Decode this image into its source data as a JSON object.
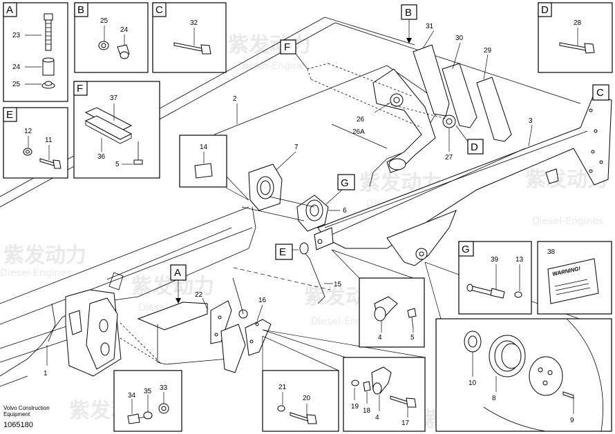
{
  "watermark": {
    "brand": "紫发动力",
    "sub": "Diesel-Engines"
  },
  "footer": {
    "line1": "Volvo Construction",
    "line2": "Equipment",
    "id": "1065180"
  },
  "inset_letters": {
    "A": "A",
    "B": "B",
    "C": "C",
    "D": "D",
    "E": "E",
    "F": "F",
    "G": "G"
  },
  "warning_text": "WARNING!",
  "parts": {
    "p1": "1",
    "p2": "2",
    "p3": "3",
    "p4a": "4",
    "p4b": "4",
    "p5a": "5",
    "p5b": "5",
    "p6": "6",
    "p7": "7",
    "p8": "8",
    "p9": "9",
    "p10": "10",
    "p11": "11",
    "p12": "12",
    "p13": "13",
    "p14": "14",
    "p15": "15",
    "p16": "16",
    "p17": "17",
    "p18": "18",
    "p19": "19",
    "p20": "20",
    "p21": "21",
    "p22": "22",
    "p23": "23",
    "p24a": "24",
    "p24b": "24",
    "p25a": "25",
    "p25b": "25",
    "p26": "26",
    "p26a": "26A",
    "p27": "27",
    "p28": "28",
    "p29": "29",
    "p30": "30",
    "p31": "31",
    "p32": "32",
    "p33": "33",
    "p34": "34",
    "p35": "35",
    "p36": "36",
    "p37": "37",
    "p38": "38",
    "p39": "39"
  }
}
